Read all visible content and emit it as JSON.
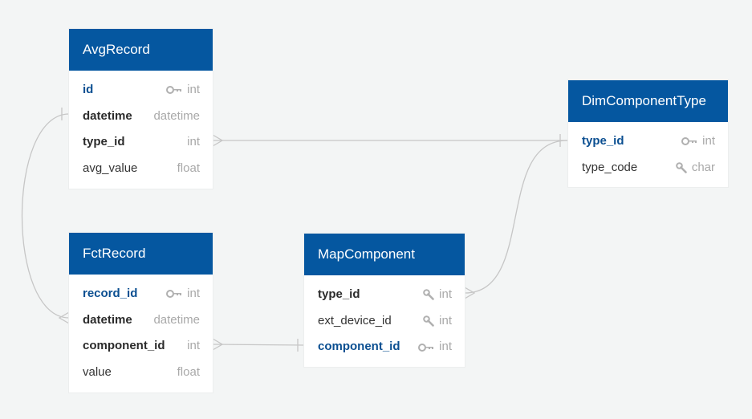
{
  "tables": {
    "avg_record": {
      "title": "AvgRecord",
      "columns": [
        {
          "name": "id",
          "type": "int",
          "key": "primary-key"
        },
        {
          "name": "datetime",
          "type": "datetime"
        },
        {
          "name": "type_id",
          "type": "int"
        },
        {
          "name": "avg_value",
          "type": "float"
        }
      ]
    },
    "dim_component_type": {
      "title": "DimComponentType",
      "columns": [
        {
          "name": "type_id",
          "type": "int",
          "key": "primary-key"
        },
        {
          "name": "type_code",
          "type": "char",
          "key": "index"
        }
      ]
    },
    "fct_record": {
      "title": "FctRecord",
      "columns": [
        {
          "name": "record_id",
          "type": "int",
          "key": "primary-key"
        },
        {
          "name": "datetime",
          "type": "datetime"
        },
        {
          "name": "component_id",
          "type": "int"
        },
        {
          "name": "value",
          "type": "float"
        }
      ]
    },
    "map_component": {
      "title": "MapComponent",
      "columns": [
        {
          "name": "type_id",
          "type": "int",
          "key": "index"
        },
        {
          "name": "ext_device_id",
          "type": "int",
          "key": "index"
        },
        {
          "name": "component_id",
          "type": "int",
          "key": "primary-key"
        }
      ]
    }
  },
  "relationships": [
    {
      "from": "AvgRecord.type_id",
      "to": "DimComponentType.type_id",
      "from_cardinality": "many",
      "to_cardinality": "one"
    },
    {
      "from": "MapComponent.type_id",
      "to": "DimComponentType.type_id",
      "from_cardinality": "many",
      "to_cardinality": "one"
    },
    {
      "from": "FctRecord.component_id",
      "to": "MapComponent.component_id",
      "from_cardinality": "many",
      "to_cardinality": "one"
    },
    {
      "from": "FctRecord.datetime",
      "to": "AvgRecord.datetime",
      "from_cardinality": "many",
      "to_cardinality": "one"
    }
  ],
  "colors": {
    "header": "#0557a0",
    "primary_key_text": "#0b4f91",
    "type_text": "#a9a9a9",
    "connector": "#c2c2c2",
    "background": "#f3f5f5"
  }
}
